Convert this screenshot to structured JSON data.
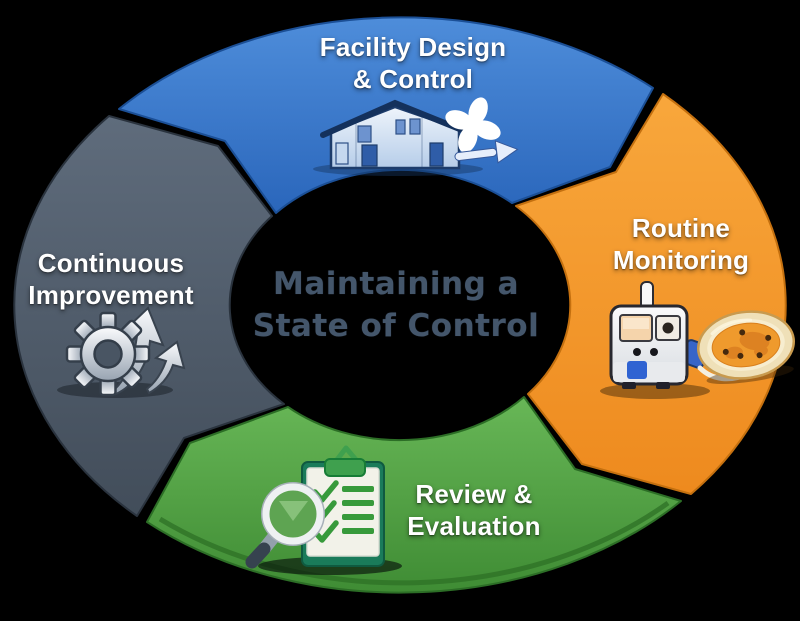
{
  "diagram_title": {
    "line1": "Maintaining a",
    "line2": "State of Control"
  },
  "cycle_direction": "clockwise",
  "background_color": "#000000",
  "segments": [
    {
      "position": "top",
      "label_line1": "Facility Design",
      "label_line2": "& Control",
      "color": "#2f6fc6",
      "icon": "factory-building-ventilation-fan-airflow-arrow-icon"
    },
    {
      "position": "right",
      "label_line1": "Routine",
      "label_line2": "Monitoring",
      "color": "#f49a2d",
      "icon": "air-sampler-device-petri-dish-icon"
    },
    {
      "position": "bottom",
      "label_line1": "Review &",
      "label_line2": "Evaluation",
      "color": "#4d9c40",
      "icon": "magnifying-glass-checklist-clipboard-icon"
    },
    {
      "position": "left",
      "label_line1": "Continuous",
      "label_line2": "Improvement",
      "color": "#4f5b6a",
      "icon": "gear-rising-arrows-icon"
    }
  ],
  "text_colors": {
    "segment_labels": "#ffffff",
    "center_title": "#44566b"
  }
}
